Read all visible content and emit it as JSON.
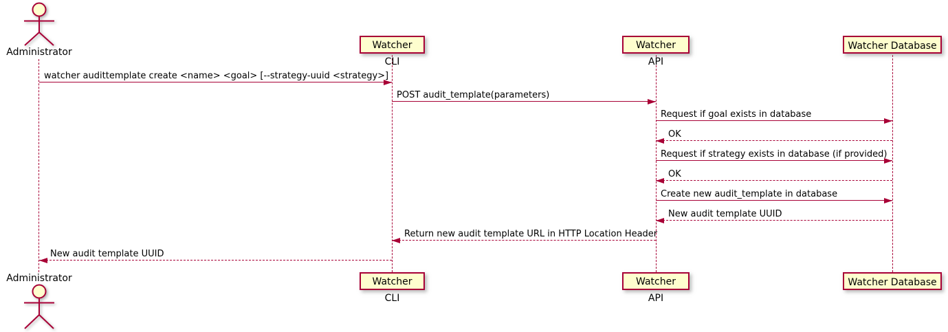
{
  "diagram": {
    "type": "sequence",
    "colors": {
      "line": "#A80036",
      "participant_fill": "#FEFECE",
      "text": "#000000",
      "background": "#FFFFFF"
    },
    "actor": {
      "name": "Administrator"
    },
    "participants": [
      {
        "label": "Watcher CLI"
      },
      {
        "label": "Watcher API"
      },
      {
        "label": "Watcher Database"
      }
    ],
    "messages": [
      {
        "from": "Administrator",
        "to": "Watcher CLI",
        "style": "solid",
        "text": "watcher audittemplate create <name> <goal> [--strategy-uuid <strategy>]"
      },
      {
        "from": "Watcher CLI",
        "to": "Watcher API",
        "style": "solid",
        "text": "POST audit_template(parameters)"
      },
      {
        "from": "Watcher API",
        "to": "Watcher Database",
        "style": "solid",
        "text": "Request if goal exists in database"
      },
      {
        "from": "Watcher Database",
        "to": "Watcher API",
        "style": "dashed",
        "text": "OK"
      },
      {
        "from": "Watcher API",
        "to": "Watcher Database",
        "style": "solid",
        "text": "Request if strategy exists in database (if provided)"
      },
      {
        "from": "Watcher Database",
        "to": "Watcher API",
        "style": "dashed",
        "text": "OK"
      },
      {
        "from": "Watcher API",
        "to": "Watcher Database",
        "style": "solid",
        "text": "Create new audit_template in database"
      },
      {
        "from": "Watcher Database",
        "to": "Watcher API",
        "style": "dashed",
        "text": "New audit template UUID"
      },
      {
        "from": "Watcher API",
        "to": "Watcher CLI",
        "style": "dashed",
        "text": "Return new audit template URL in HTTP Location Header"
      },
      {
        "from": "Watcher CLI",
        "to": "Administrator",
        "style": "dashed",
        "text": "New audit template UUID"
      }
    ]
  }
}
